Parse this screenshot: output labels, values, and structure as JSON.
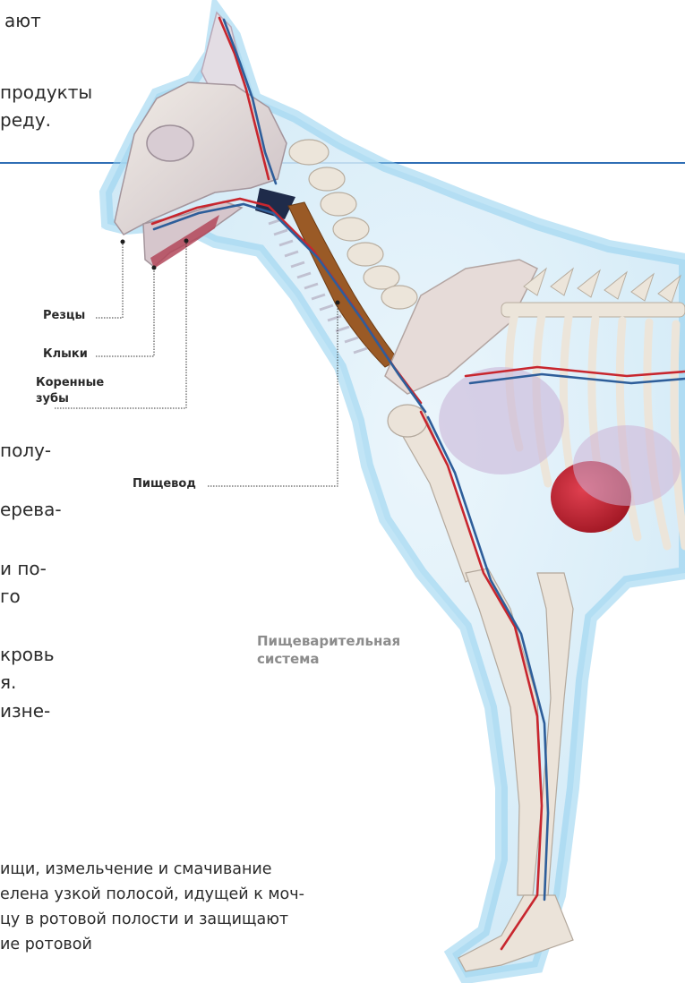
{
  "intro_lines": [
    "ают",
    "продукты",
    "реду."
  ],
  "labels": {
    "incisors": "Резцы",
    "canines": "Клыки",
    "molars_line1": "Коренные",
    "molars_line2": "зубы",
    "esophagus": "Пищевод"
  },
  "left_fragments": [
    "полу-",
    "ерева-",
    "и по-",
    "го",
    "кровь",
    "я.",
    "изне-"
  ],
  "caption": {
    "line1": "Пищеварительная",
    "line2": "система"
  },
  "bottom_lines": [
    "ищи, измельчение и смачивание",
    "елена узкой полосой, идущей к моч-",
    "цу в ротовой полости и защищают",
    "ие ротовой"
  ],
  "colors": {
    "rule": "#2f6eb5",
    "halo": "#9fd4ef",
    "bone": "#e9e2d8",
    "artery": "#c8262e",
    "vein": "#2e5e9a",
    "esophagus": "#9a5a26",
    "stomach": "#c0262f"
  }
}
